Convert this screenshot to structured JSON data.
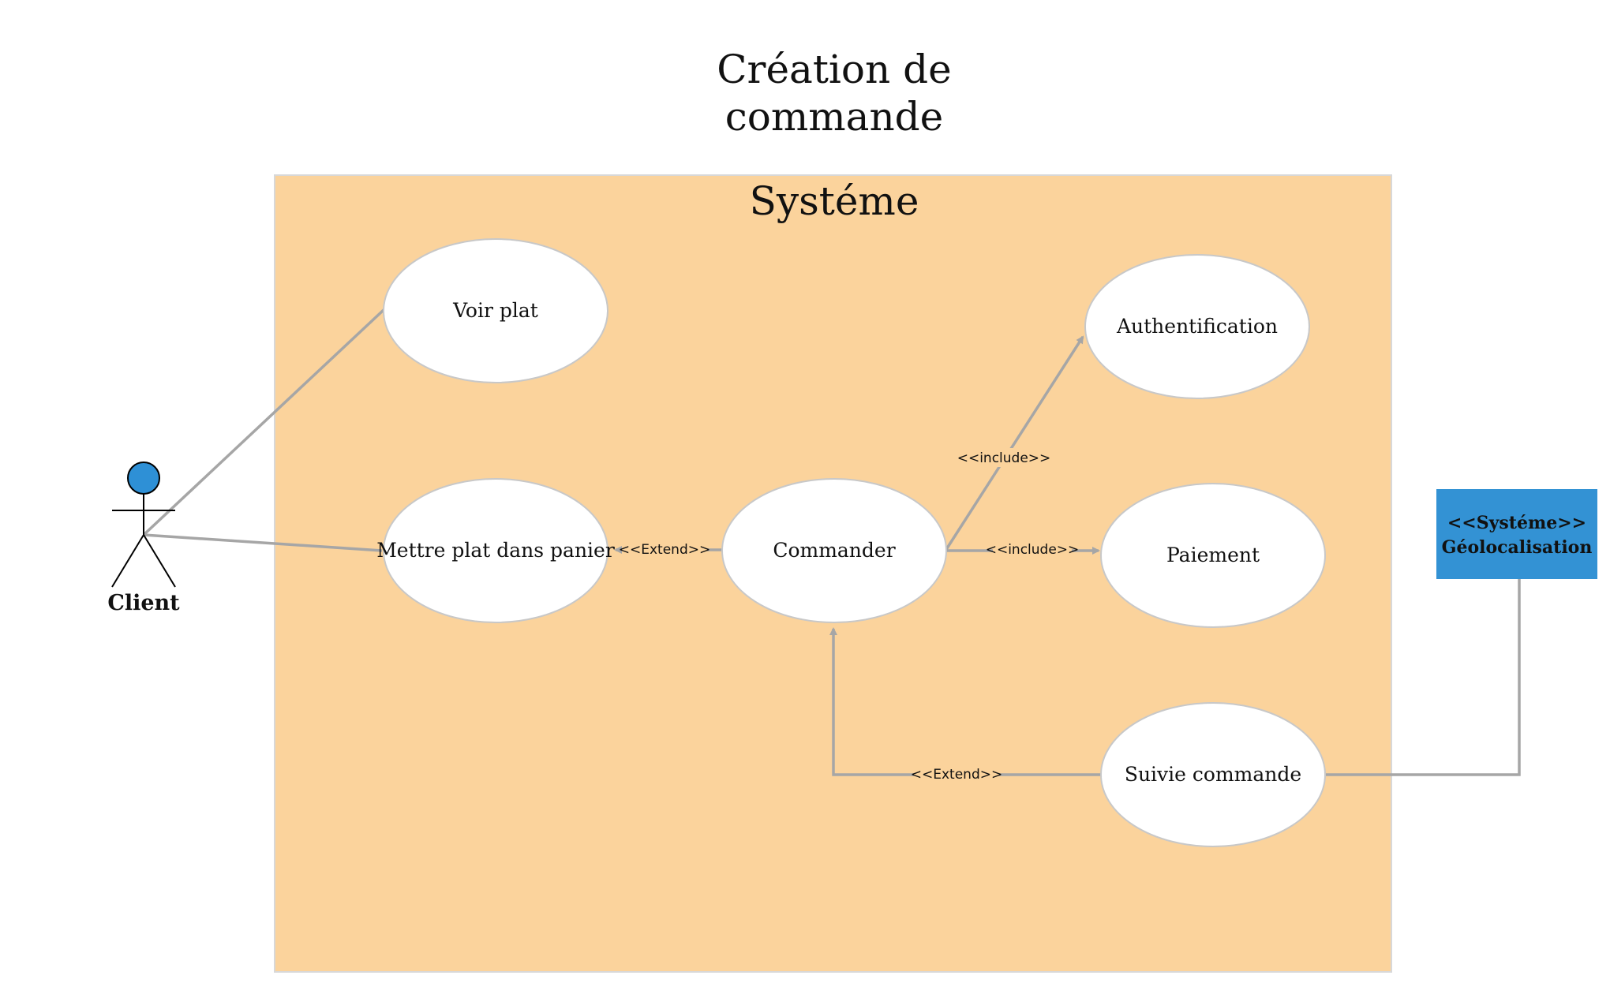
{
  "diagram": {
    "title_line1": "Création de",
    "title_line2": "commande",
    "system_label": "Systéme",
    "actor": {
      "label": "Client",
      "head_color": "#2e90d6"
    },
    "use_cases": {
      "voir_plat": "Voir plat",
      "mettre_plat": "Mettre plat dans panier",
      "commander": "Commander",
      "authentification": "Authentification",
      "paiement": "Paiement",
      "suivie_commande": "Suivie commande"
    },
    "relations": {
      "extend_mettre": "<<Extend>>",
      "include_auth": "<<include>>",
      "include_paiement": "<<include>>",
      "extend_suivie": "<<Extend>>"
    },
    "external_system": {
      "stereotype": "<<Systéme>>",
      "name": "Géolocalisation",
      "color": "#3392d4"
    },
    "colors": {
      "system_fill": "#fbd39c",
      "connector": "#a6a6a6"
    }
  }
}
